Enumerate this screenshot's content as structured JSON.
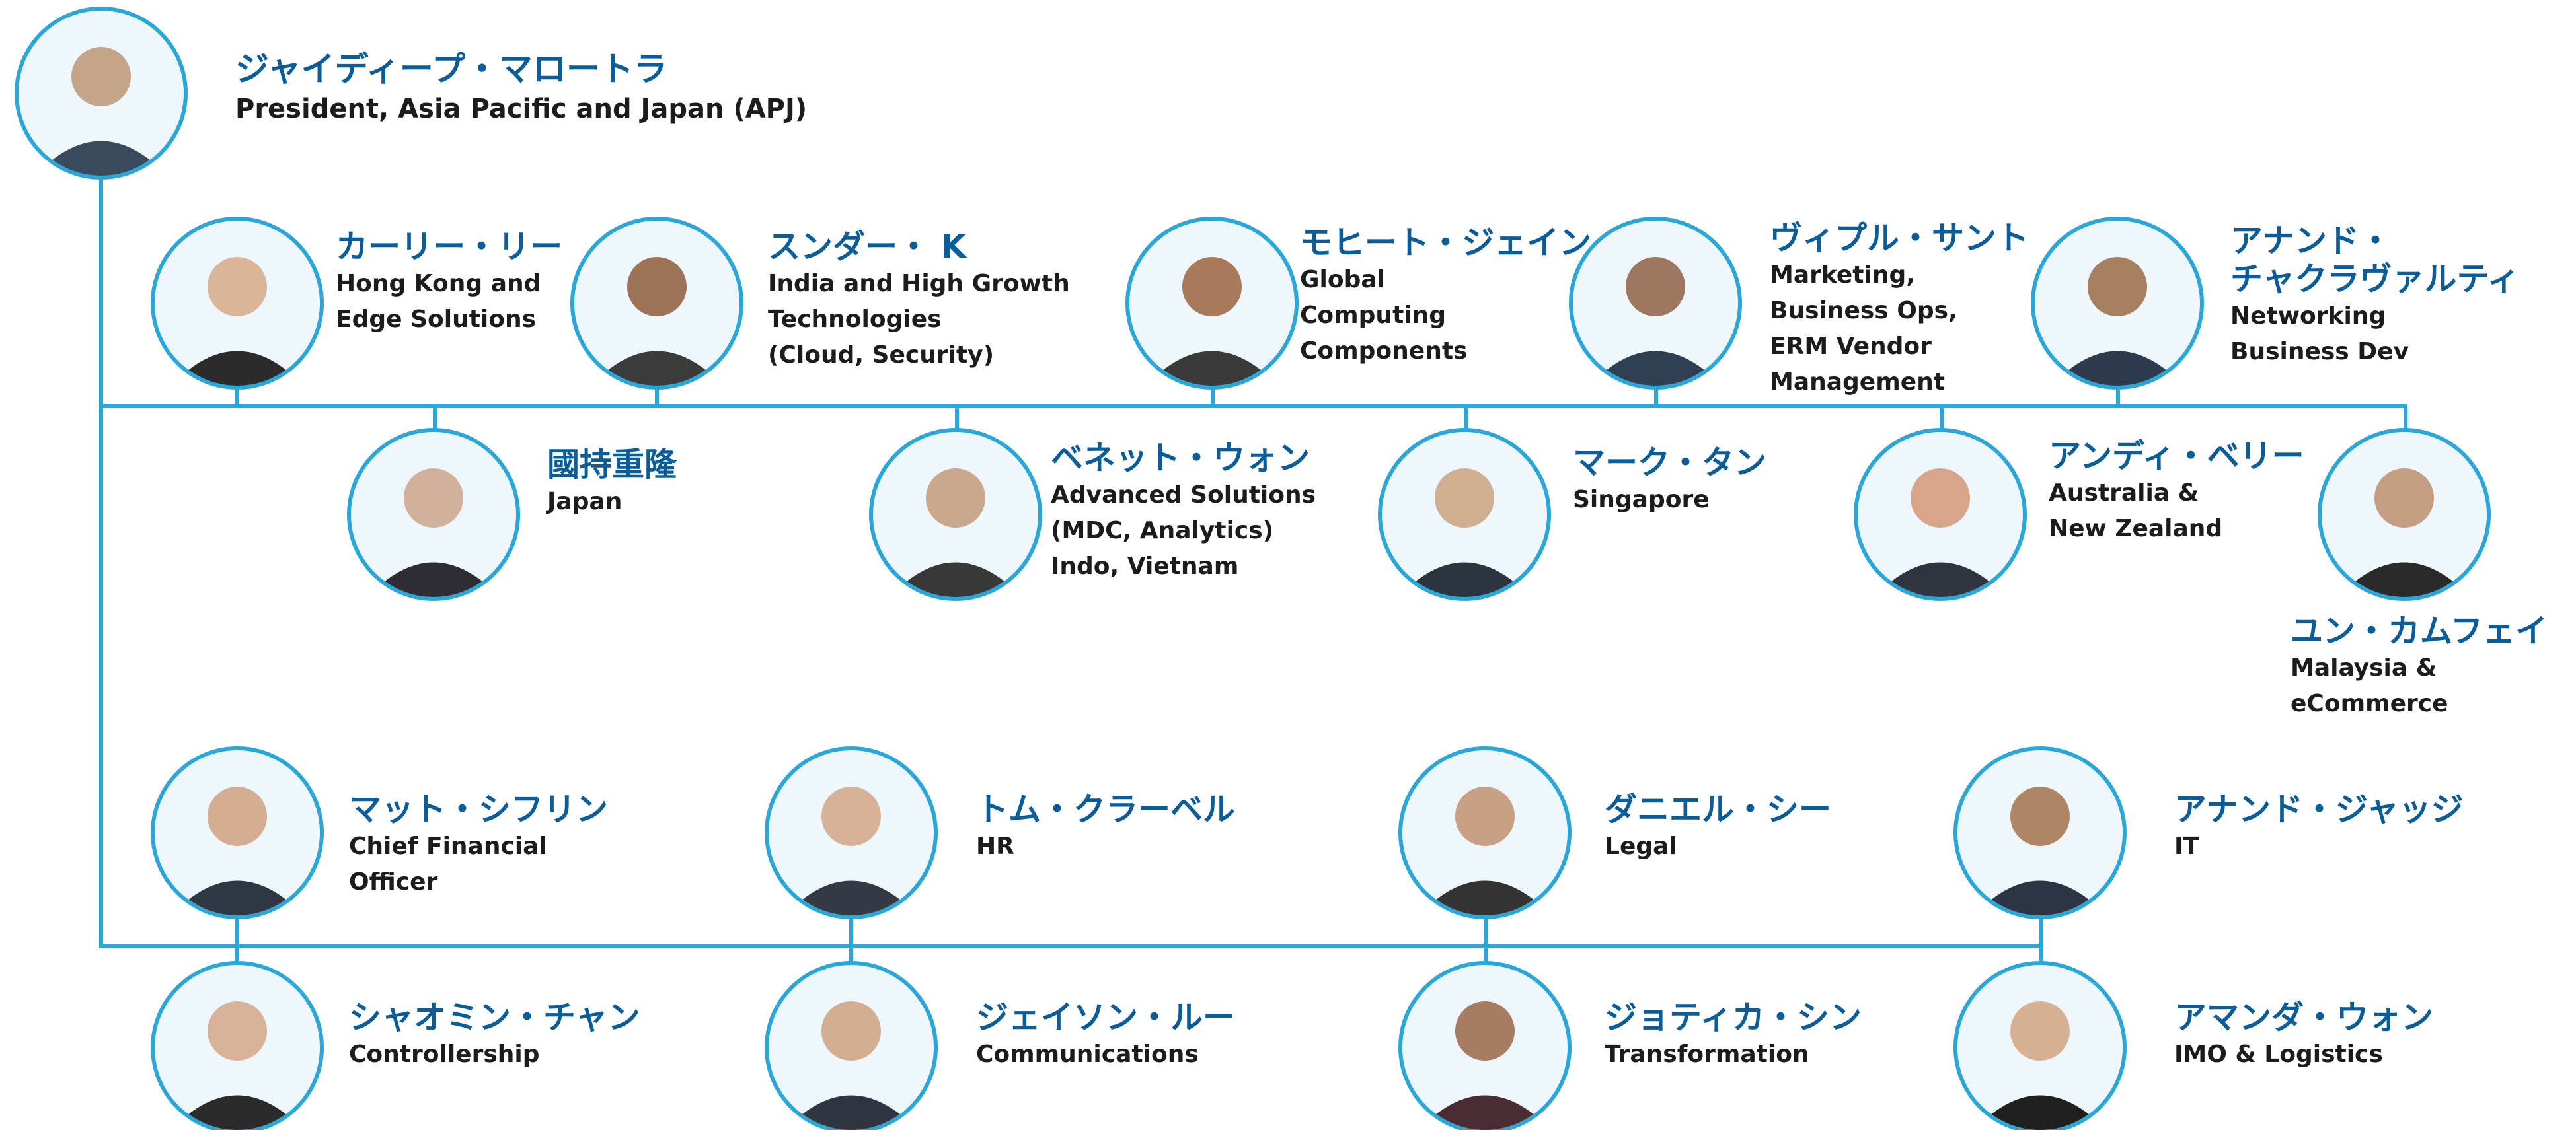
{
  "leader": {
    "name": "ジャイディープ・マロートラ",
    "title": "President, Asia Pacific and Japan (APJ)"
  },
  "members": {
    "carrie_li": {
      "name": "カーリー・リー",
      "role": "Hong Kong and\nEdge  Solutions"
    },
    "sundar_k": {
      "name": "スンダー・ K",
      "role": "India and High Growth\nTechnologies\n(Cloud, Security)"
    },
    "mohit_jain": {
      "name": "モヒート・ジェイン",
      "role": "Global\nComputing\nComponents"
    },
    "vipul_sant": {
      "name": "ヴィプル・サント",
      "role": "Marketing,\nBusiness Ops,\nERM Vendor\nManagement"
    },
    "anand_c": {
      "name": "アナンド・\nチャクラヴァルティ",
      "role": "Networking\nBusiness Dev"
    },
    "kunimochi": {
      "name": "國持重隆",
      "role": "Japan"
    },
    "benet_wong": {
      "name": "ベネット・ウォン",
      "role": "Advanced  Solutions\n(MDC,  Analytics)\nIndo, Vietnam"
    },
    "mark_tan": {
      "name": "マーク・タン",
      "role": "Singapore"
    },
    "andy_berry": {
      "name": "アンディ・ベリー",
      "role": "Australia &\nNew Zealand"
    },
    "yun_kamfei": {
      "name": "ユン・カムフェイ",
      "role": "Malaysia &\neCommerce"
    },
    "matt_shifrin": {
      "name": "マット・シフリン",
      "role": "Chief Financial\nOfficer"
    },
    "tom_claravel": {
      "name": "トム・クラーベル",
      "role": "HR"
    },
    "daniel_shi": {
      "name": "ダニエル・シー",
      "role": "Legal"
    },
    "anand_judge": {
      "name": "アナンド・ジャッジ",
      "role": "IT"
    },
    "shaomin_chan": {
      "name": "シャオミン・チャン",
      "role": "Controllership"
    },
    "jason_lu": {
      "name": "ジェイソン・ルー",
      "role": "Communications"
    },
    "jyotika_singh": {
      "name": "ジョティカ・シン",
      "role": "Transformation"
    },
    "amanda_wong": {
      "name": "アマンダ・ウォン",
      "role": "IMO & Logistics"
    }
  },
  "colors": {
    "line": "#2aa7d8",
    "name": "#0b5d99",
    "role": "#1c1c1c"
  },
  "icons": {
    "portrait": "person-photo-icon"
  }
}
